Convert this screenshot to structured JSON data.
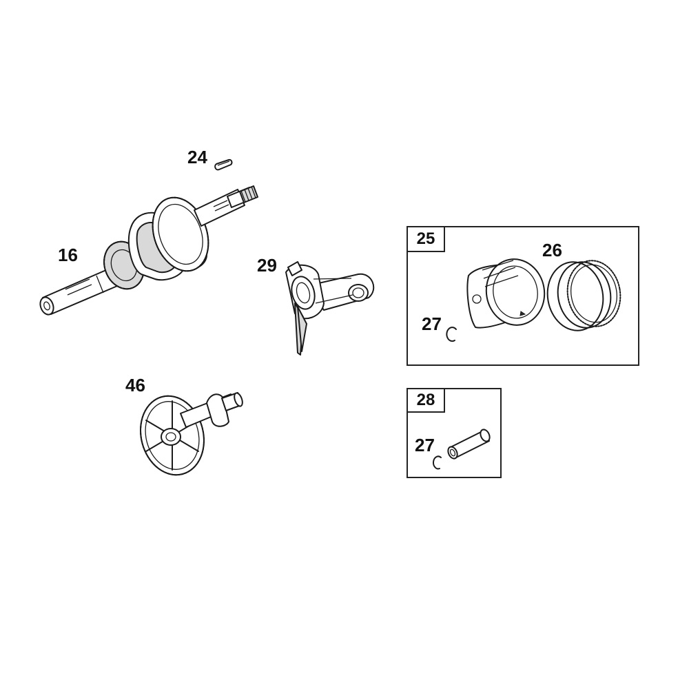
{
  "callouts": {
    "p16": "16",
    "p24": "24",
    "p29": "29",
    "p46": "46",
    "p26": "26",
    "p27_piston": "27",
    "p27_pin": "27"
  },
  "kits": {
    "piston_kit_label": "25",
    "pin_kit_label": "28"
  },
  "icons": {
    "crankshaft": "crankshaft-icon",
    "key": "key-icon",
    "connecting_rod": "connecting-rod-icon",
    "camshaft": "camshaft-gear-icon",
    "piston": "piston-icon",
    "rings": "piston-rings-icon",
    "retainer_clip": "retainer-clip-icon",
    "wrist_pin": "wrist-pin-icon"
  },
  "colors": {
    "line": "#1a1a1a",
    "background": "#ffffff",
    "shade": "#d9d9d9"
  }
}
